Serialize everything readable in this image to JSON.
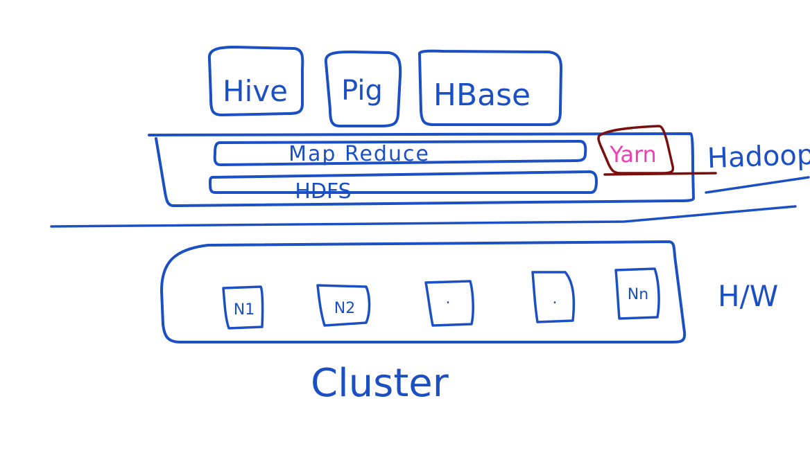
{
  "colors": {
    "ink_blue": "#1b4fc4",
    "ink_maroon": "#7a0f10",
    "ink_pink": "#ef3fb4",
    "background": "#ffffff"
  },
  "tools": {
    "hive": "Hive",
    "pig": "Pig",
    "hbase": "HBase"
  },
  "hadoop": {
    "mapreduce": "Map Reduce",
    "hdfs": "HDFS",
    "yarn": "Yarn",
    "label": "Hadoop"
  },
  "cluster": {
    "nodes": [
      "N1",
      "N2",
      ".",
      ".",
      "Nn"
    ],
    "hw_label": "H/W",
    "label": "Cluster"
  }
}
